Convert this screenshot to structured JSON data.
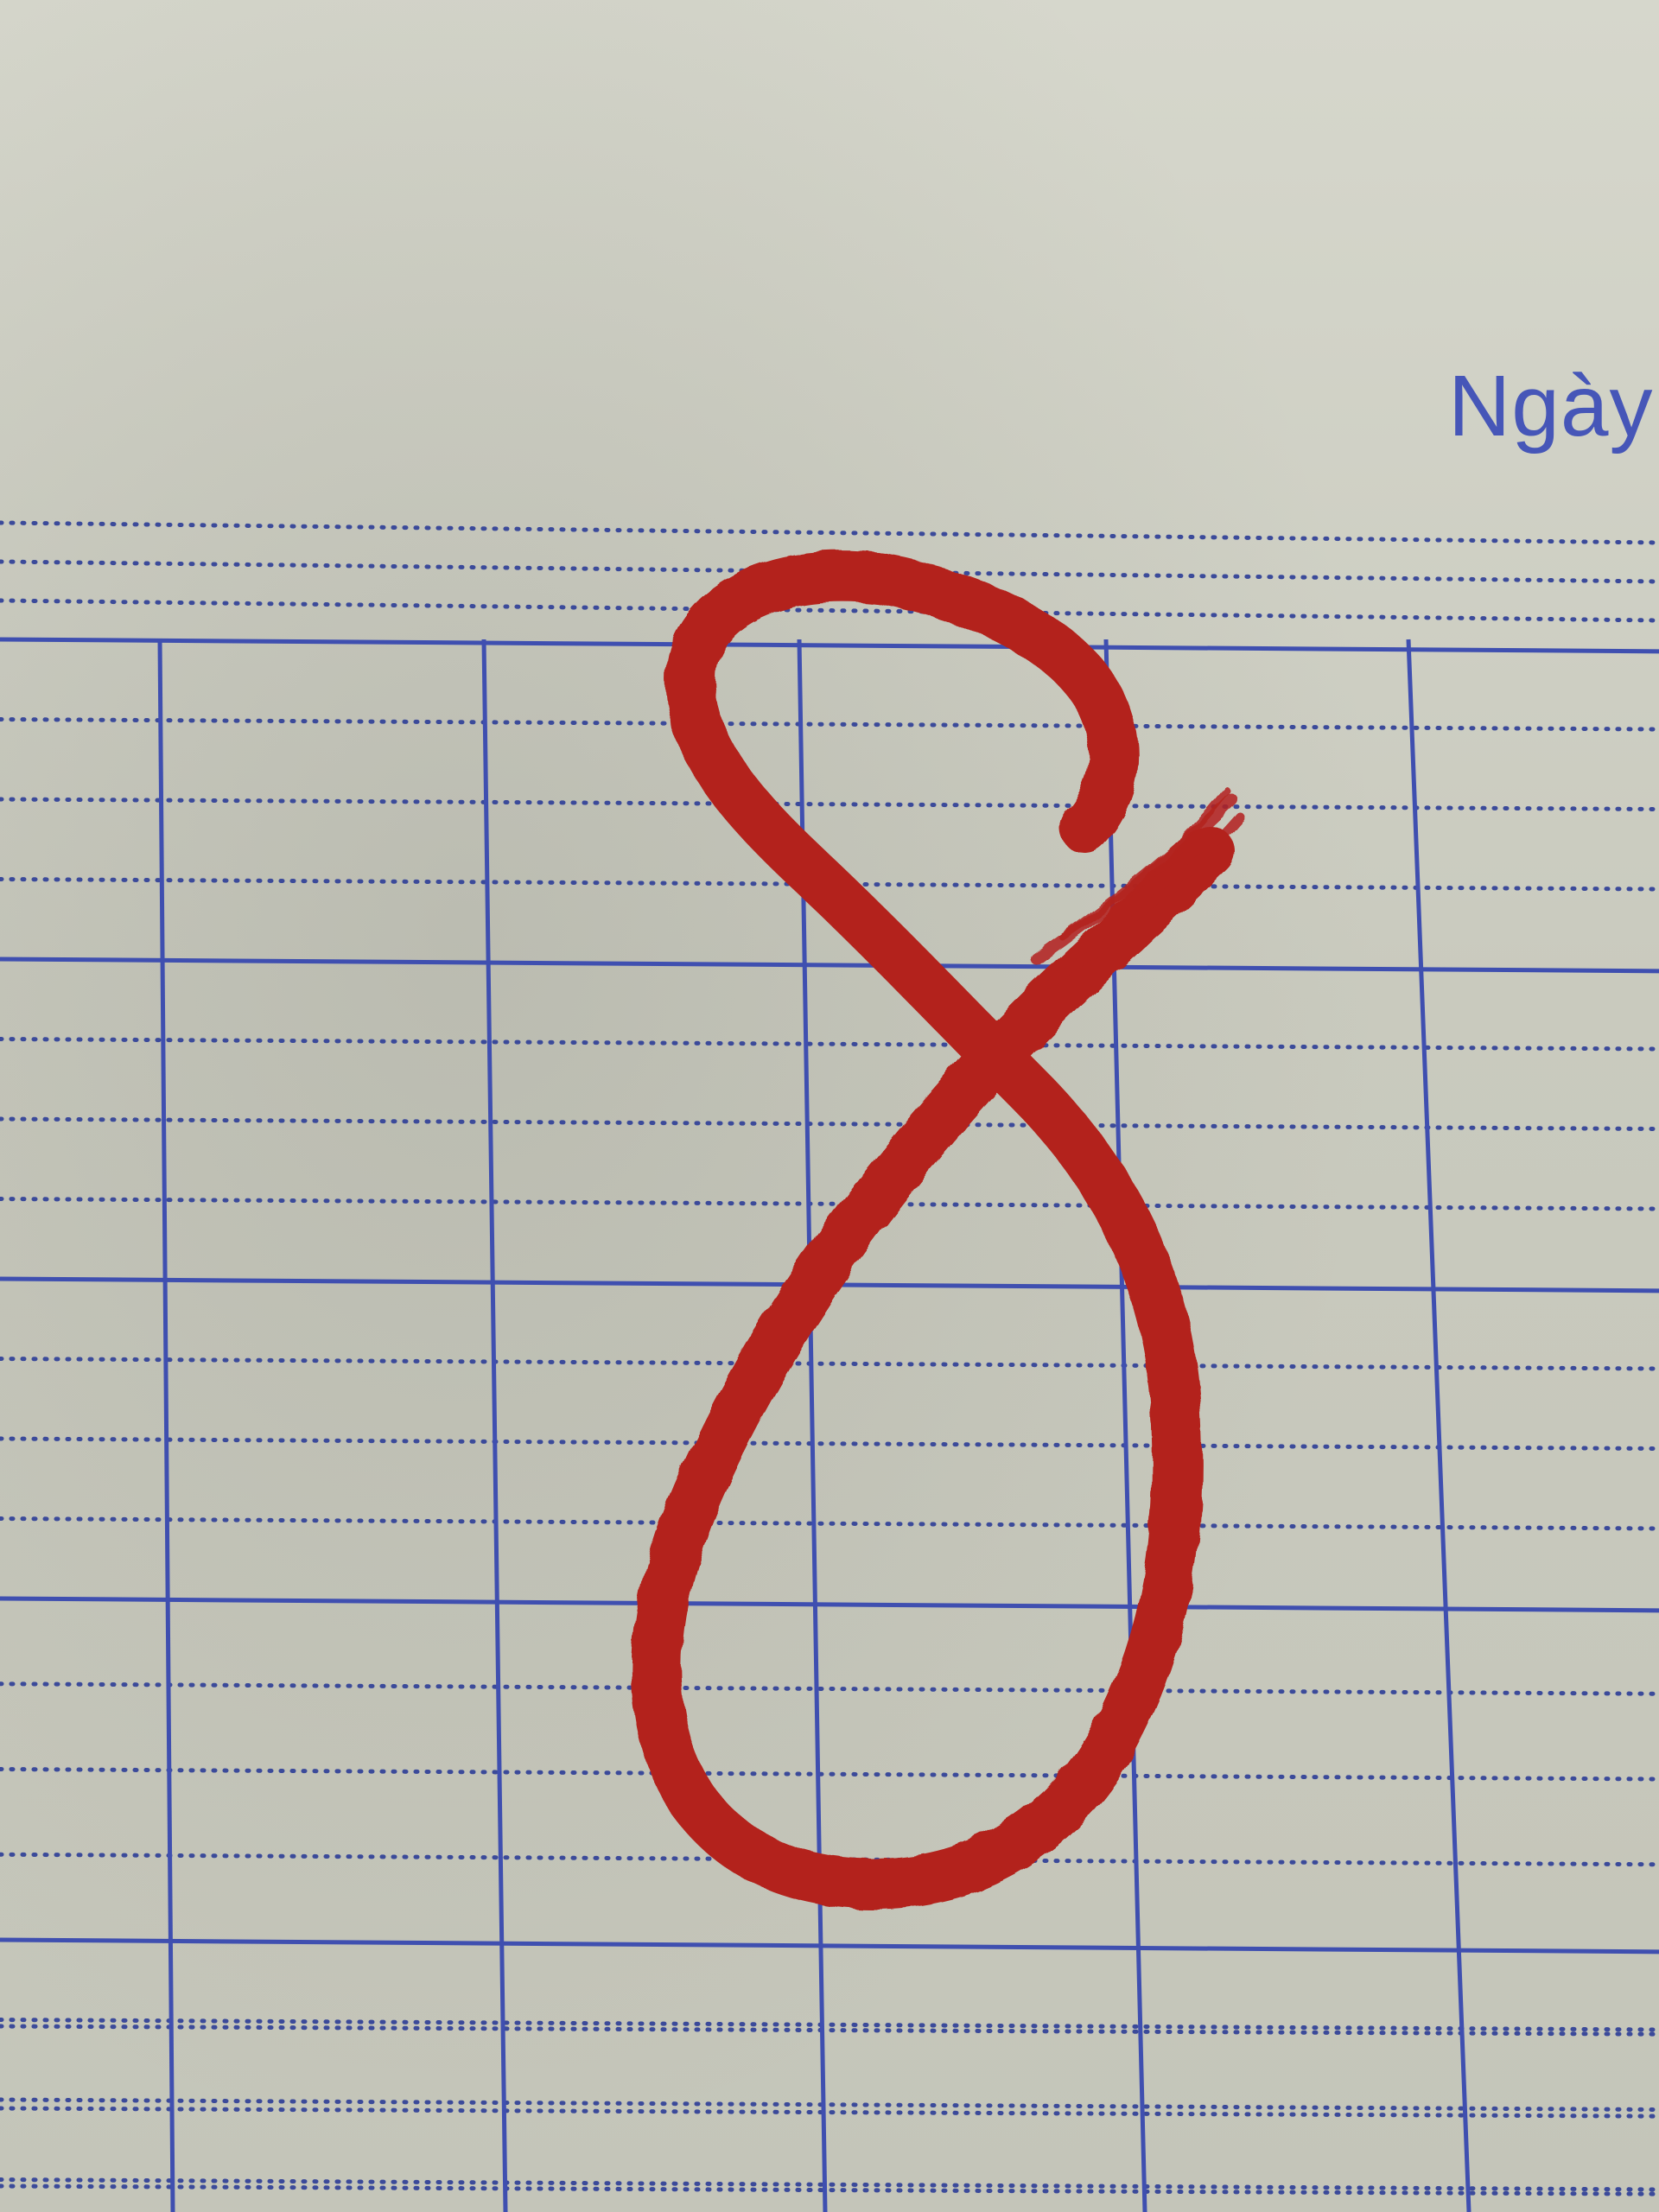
{
  "page": {
    "header_text": "Ngày"
  },
  "colors": {
    "paper_top": "#d6d7cc",
    "paper_mid": "#c9cabe",
    "paper_bottom": "#c4c5b9",
    "shadow": "#9fa096",
    "grid_line": "#3f4fb0",
    "dotted_line": "#3b4a9a",
    "ink_red": "#b3221c",
    "header_text": "#4656b8"
  },
  "grade_mark": {
    "glyph": "8"
  },
  "icons": {
    "grade": "handwritten-red-numeral"
  }
}
